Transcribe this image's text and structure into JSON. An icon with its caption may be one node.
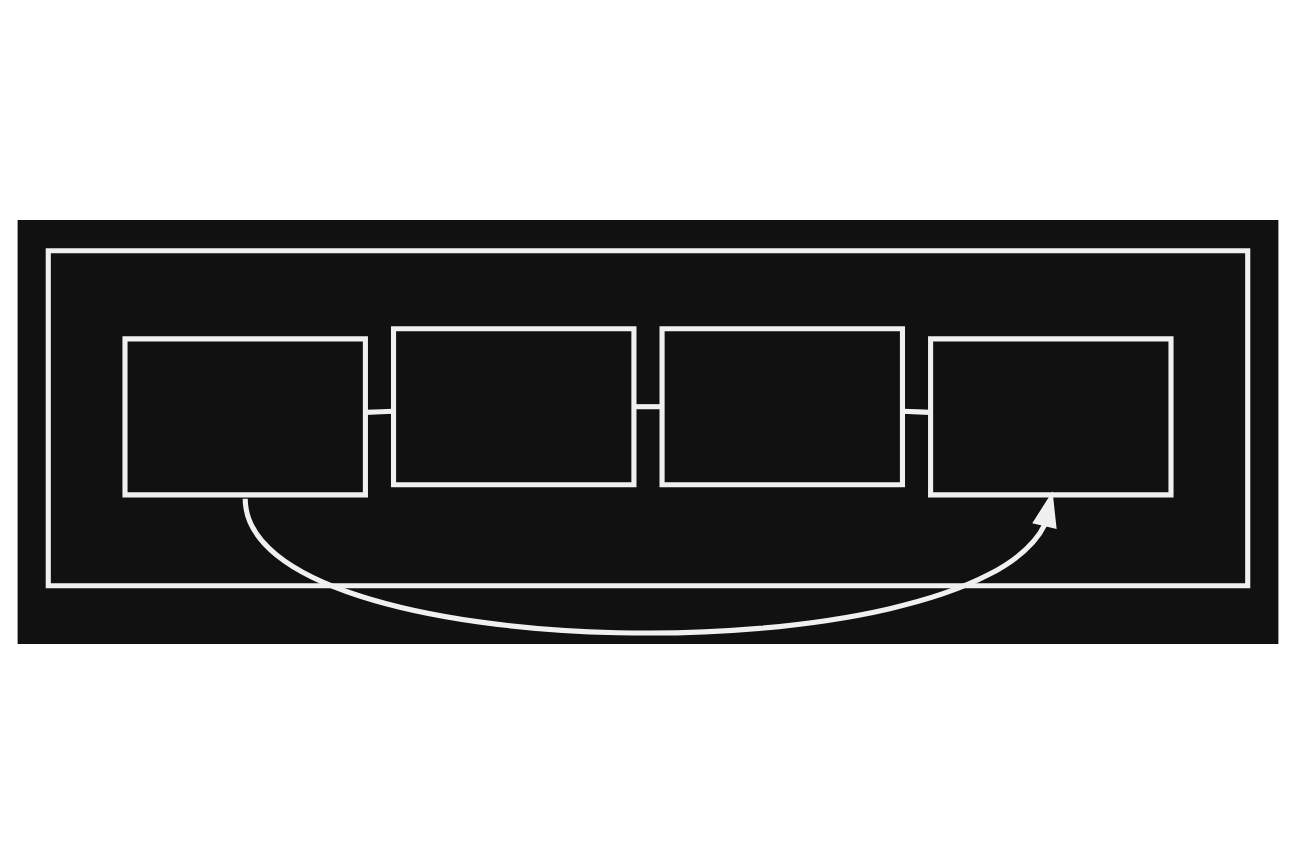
{
  "diagram": {
    "nodes": [
      {
        "text": [],
        "shape": "box"
      },
      {
        "text": [],
        "shape": "box",
        "in": 0
      },
      {
        "text": [],
        "shape": "box",
        "in": 0
      },
      {
        "text": [],
        "shape": "box",
        "in": 0
      },
      {
        "text": [],
        "shape": "box",
        "in": 0
      }
    ],
    "edges": [
      {
        "from": 1,
        "to": 2,
        "arrow": "none"
      },
      {
        "from": 2,
        "to": 3,
        "arrow": "none"
      },
      {
        "from": 3,
        "to": 4,
        "arrow": "none"
      },
      {
        "from": 1,
        "to": 4,
        "arrow": "to"
      }
    ]
  }
}
